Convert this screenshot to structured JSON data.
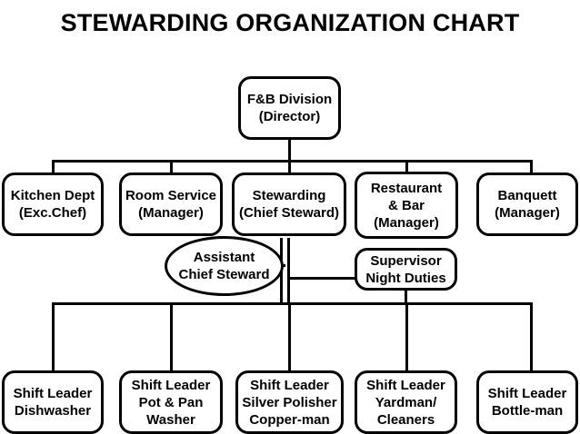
{
  "title": "STEWARDING ORGANIZATION CHART",
  "chart_data": {
    "type": "diagram",
    "diagram_kind": "organization-chart",
    "title": "STEWARDING ORGANIZATION CHART",
    "levels": [
      {
        "level": 1,
        "nodes": [
          "f_b_division"
        ]
      },
      {
        "level": 2,
        "nodes": [
          "kitchen_dept",
          "room_service",
          "stewarding",
          "restaurant_bar",
          "banquett"
        ]
      },
      {
        "level": 3,
        "nodes": [
          "assistant_chief_steward",
          "supervisor_night_duties"
        ]
      },
      {
        "level": 4,
        "nodes": [
          "shift_leader_dishwasher",
          "shift_leader_pot_pan_washer",
          "shift_leader_silver_polisher",
          "shift_leader_yardman_cleaners",
          "shift_leader_bottle_man"
        ]
      }
    ],
    "edges": [
      {
        "from": "f_b_division",
        "to": "kitchen_dept"
      },
      {
        "from": "f_b_division",
        "to": "room_service"
      },
      {
        "from": "f_b_division",
        "to": "stewarding"
      },
      {
        "from": "f_b_division",
        "to": "restaurant_bar"
      },
      {
        "from": "f_b_division",
        "to": "banquett"
      },
      {
        "from": "stewarding",
        "to": "assistant_chief_steward"
      },
      {
        "from": "stewarding",
        "to": "supervisor_night_duties"
      },
      {
        "from": "stewarding",
        "to": "shift_leader_dishwasher"
      },
      {
        "from": "stewarding",
        "to": "shift_leader_pot_pan_washer"
      },
      {
        "from": "stewarding",
        "to": "shift_leader_silver_polisher"
      },
      {
        "from": "stewarding",
        "to": "shift_leader_yardman_cleaners"
      },
      {
        "from": "stewarding",
        "to": "shift_leader_bottle_man"
      }
    ]
  },
  "nodes": {
    "f_b_division": {
      "shape": "rounded-rect",
      "line1": "F&B Division",
      "line2": "(Director)"
    },
    "kitchen_dept": {
      "shape": "rounded-rect",
      "line1": "Kitchen Dept",
      "line2": "(Exc.Chef)"
    },
    "room_service": {
      "shape": "rounded-rect",
      "line1": "Room Service",
      "line2": "(Manager)"
    },
    "stewarding": {
      "shape": "rounded-rect",
      "line1": "Stewarding",
      "line2": "(Chief Steward)"
    },
    "restaurant_bar": {
      "shape": "rounded-rect",
      "line1": "Restaurant",
      "line2": "& Bar",
      "line3": "(Manager)"
    },
    "banquett": {
      "shape": "rounded-rect",
      "line1": "Banquett",
      "line2": "(Manager)"
    },
    "assistant_chief_steward": {
      "shape": "ellipse",
      "line1": "Assistant",
      "line2": "Chief Steward"
    },
    "supervisor_night_duties": {
      "shape": "rounded-rect",
      "line1": "Supervisor",
      "line2": "Night Duties"
    },
    "shift_leader_dishwasher": {
      "shape": "rounded-rect",
      "line1": "Shift Leader",
      "line2": "Dishwasher"
    },
    "shift_leader_pot_pan_washer": {
      "shape": "rounded-rect",
      "line1": "Shift Leader",
      "line2": "Pot & Pan",
      "line3": "Washer"
    },
    "shift_leader_silver_polisher": {
      "shape": "rounded-rect",
      "line1": "Shift Leader",
      "line2": "Silver Polisher",
      "line3": "Copper-man"
    },
    "shift_leader_yardman_cleaners": {
      "shape": "rounded-rect",
      "line1": "Shift Leader",
      "line2": "Yardman/",
      "line3": "Cleaners"
    },
    "shift_leader_bottle_man": {
      "shape": "rounded-rect",
      "line1": "Shift Leader",
      "line2": "Bottle-man"
    }
  },
  "colors": {
    "background": "#ffffff",
    "line": "#000000",
    "text": "#000000"
  }
}
